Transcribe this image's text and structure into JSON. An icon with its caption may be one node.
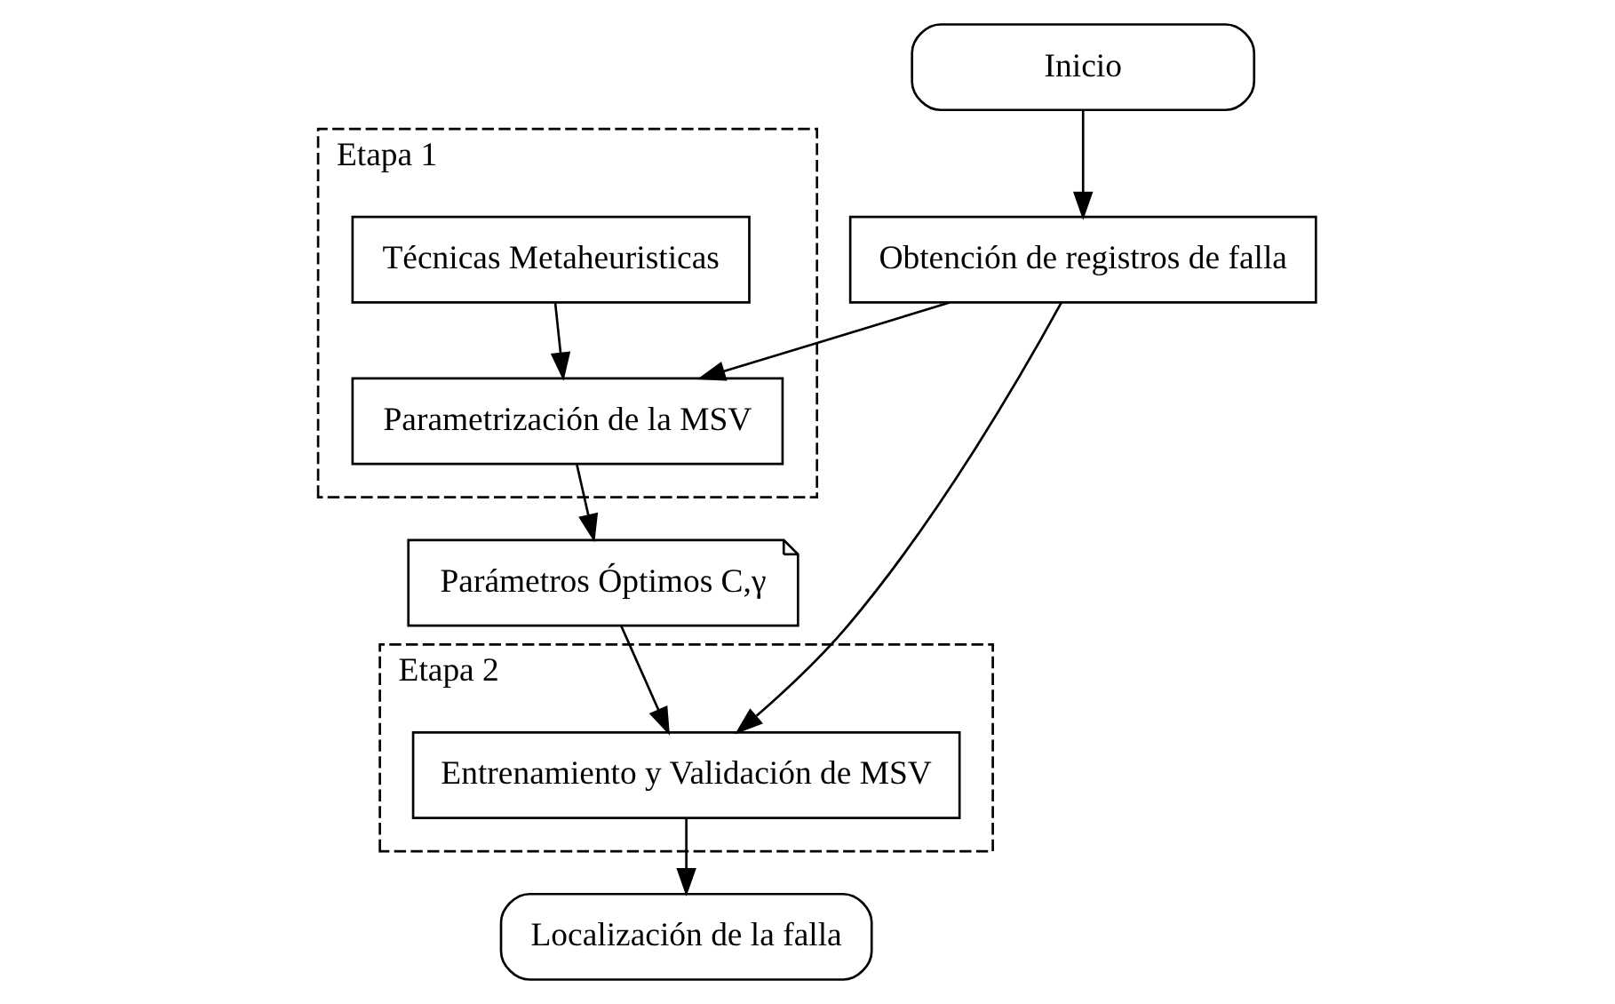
{
  "diagram": {
    "nodes": [
      {
        "text": [
          "Etapa 1"
        ]
      },
      {
        "text": [
          "Técnicas Metaheuristicas"
        ],
        "in": 0
      },
      {
        "text": [
          "Parametrización de la MSV"
        ],
        "in": 0
      },
      {
        "text": [
          "Inicio"
        ]
      },
      {
        "text": [
          "Obtención de registros de falla"
        ]
      },
      {
        "text": [
          "Parámetros Óptimos C,γ"
        ]
      },
      {
        "text": [
          "Etapa 2"
        ]
      },
      {
        "text": [
          "Entrenamiento y Validación de MSV"
        ],
        "in": 6
      },
      {
        "text": [
          "Localización de la falla"
        ]
      }
    ],
    "edges": [
      {
        "from": 3,
        "to": 4,
        "arrow": "to"
      },
      {
        "from": 1,
        "to": 2,
        "arrow": "to"
      },
      {
        "from": 4,
        "to": 2,
        "arrow": "to"
      },
      {
        "from": 2,
        "to": 5,
        "arrow": "to"
      },
      {
        "from": 4,
        "to": 7,
        "arrow": "to"
      },
      {
        "from": 5,
        "to": 7,
        "arrow": "to"
      },
      {
        "from": 7,
        "to": 8,
        "arrow": "to"
      }
    ]
  }
}
